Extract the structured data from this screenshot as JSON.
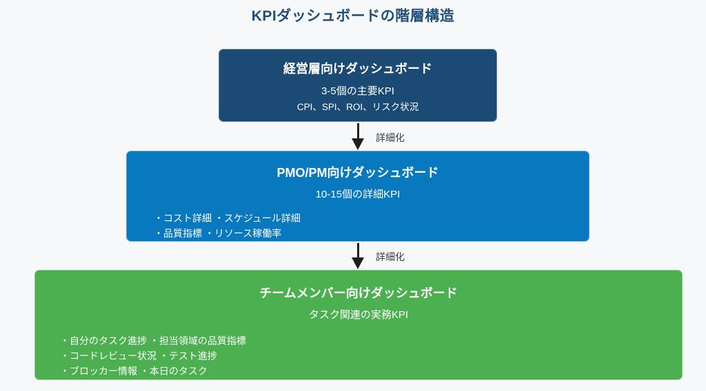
{
  "page": {
    "title": "KPIダッシュボードの階層構造",
    "background_color": "#f7f8f9",
    "title_color": "#1f4e79"
  },
  "diagram": {
    "levels": [
      {
        "id": "executive",
        "title": "経営層向けダッシュボード",
        "subtitle": "3-5個の主要KPI",
        "detail": "CPI、SPI、ROI、リスク状況",
        "color": "#1b4a74",
        "text_color": "#ffffff"
      },
      {
        "id": "pmo-pm",
        "title": "PMO/PM向けダッシュボード",
        "subtitle": "10-15個の詳細KPI",
        "bullets": [
          "・コスト詳細 ・スケジュール詳細",
          "・品質指標 ・リソース稼働率"
        ],
        "color": "#0878bf",
        "text_color": "#ffffff"
      },
      {
        "id": "team-member",
        "title": "チームメンバー向けダッシュボード",
        "subtitle": "タスク関連の実務KPI",
        "bullets": [
          "・自分のタスク進捗 ・担当領域の品質指標",
          "・コードレビュー状況 ・テスト進捗",
          "・ブロッカー情報 ・本日のタスク"
        ],
        "color": "#4caf50",
        "text_color": "#ffffff"
      }
    ],
    "arrows": [
      {
        "label": "詳細化",
        "color": "#1f1f1f"
      },
      {
        "label": "詳細化",
        "color": "#1f1f1f"
      }
    ]
  }
}
